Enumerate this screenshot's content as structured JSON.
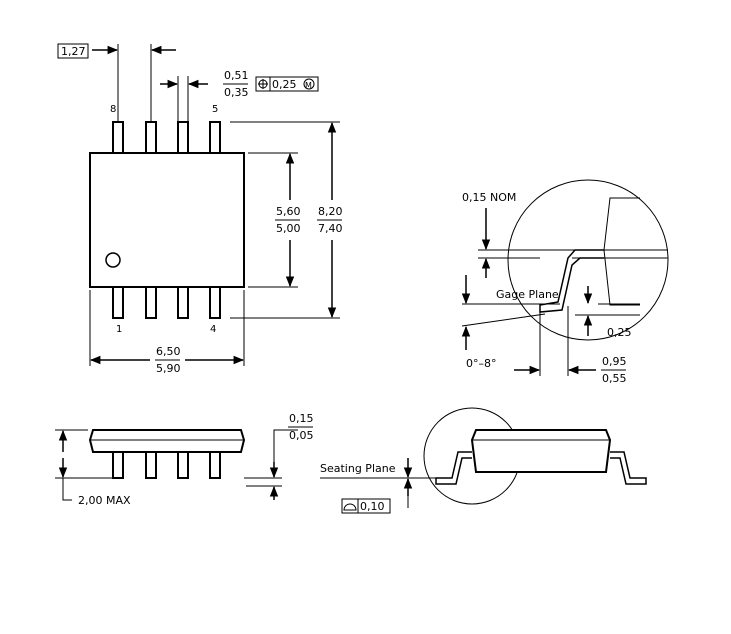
{
  "dims": {
    "pitch": "1,27",
    "lead_w_max": "0,51",
    "lead_w_min": "0,35",
    "position_tol": "0,25",
    "body_w_max": "5,60",
    "body_w_min": "5,00",
    "span_max": "8,20",
    "span_min": "7,40",
    "body_len_max": "6,50",
    "body_len_min": "5,90",
    "standoff_max": "0,15",
    "standoff_min": "0,05",
    "height_max": "2,00 MAX",
    "lead_thk": "0,15 NOM",
    "gage_offset": "0,25",
    "foot_max": "0,95",
    "foot_min": "0,55",
    "angle": "0°–8°",
    "coplanarity": "0,10"
  },
  "labels": {
    "gage_plane": "Gage Plane",
    "seating_plane": "Seating Plane"
  },
  "pins": {
    "p8": "8",
    "p5": "5",
    "p1": "1",
    "p4": "4"
  }
}
